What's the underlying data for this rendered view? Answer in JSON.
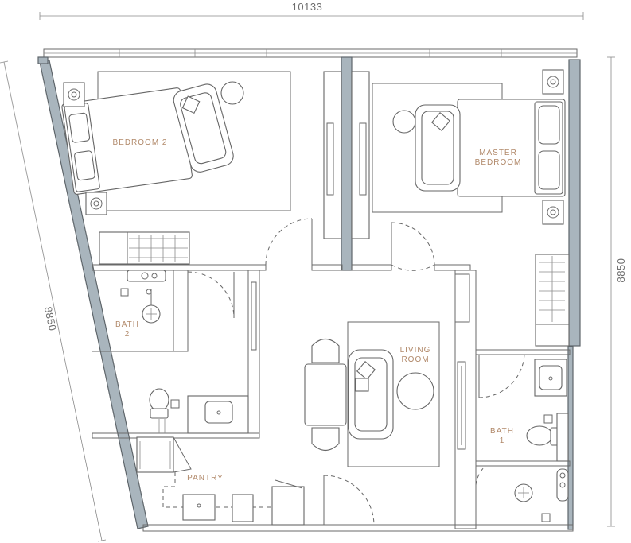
{
  "dimensions": {
    "top_width": "10133",
    "left_height": "8850",
    "right_height": "8850"
  },
  "rooms": {
    "bedroom2": [
      "BEDROOM 2"
    ],
    "master_bedroom": [
      "MASTER",
      "BEDROOM"
    ],
    "bath2": [
      "BATH",
      "2"
    ],
    "living_room": [
      "LIVING",
      "ROOM"
    ],
    "bath1": [
      "BATH",
      "1"
    ],
    "pantry": [
      "PANTRY"
    ]
  },
  "colors": {
    "wall_fill": "#a9b5bd",
    "label": "#b1896a",
    "dimension_text": "#6d6d6d"
  }
}
